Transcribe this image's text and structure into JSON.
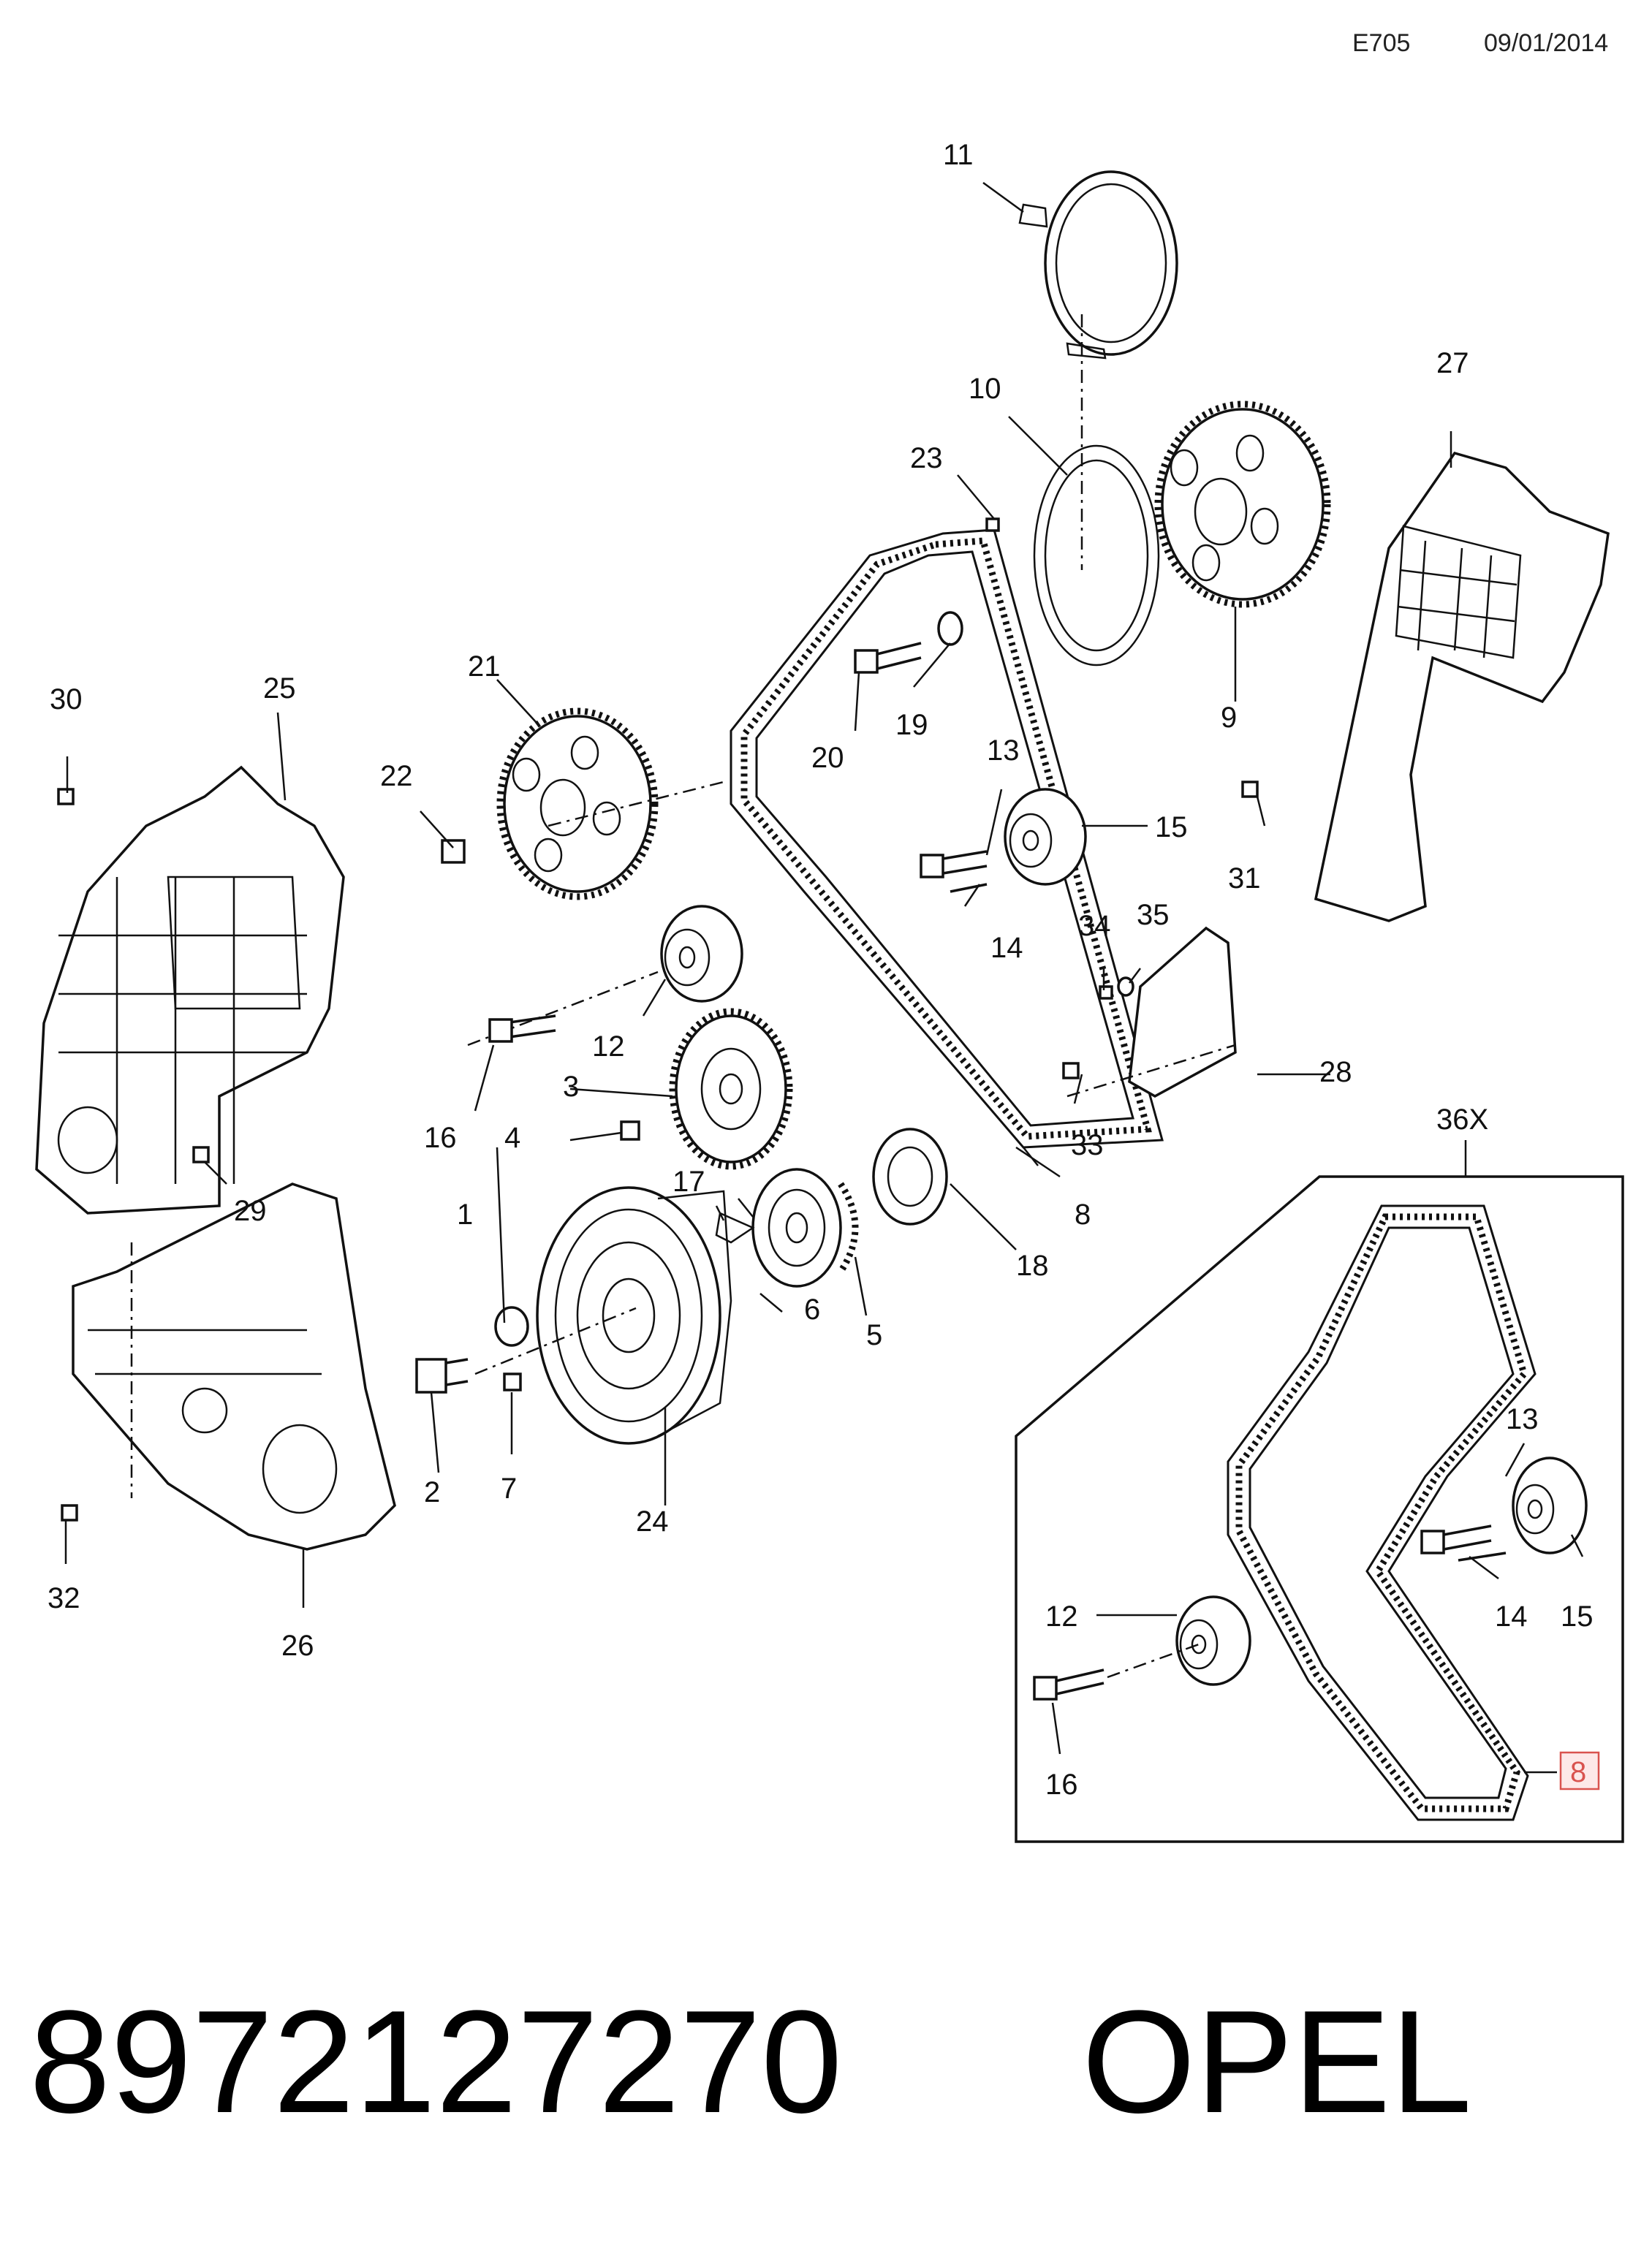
{
  "header": {
    "code": "E705",
    "date": "09/01/2014"
  },
  "part_number": "8972127270",
  "brand": "OPEL",
  "callouts": {
    "c1": "1",
    "c2": "2",
    "c3": "3",
    "c4": "4",
    "c5": "5",
    "c6": "6",
    "c7": "7",
    "c8": "8",
    "c9": "9",
    "c10": "10",
    "c11": "11",
    "c12": "12",
    "c13": "13",
    "c14": "14",
    "c15": "15",
    "c16": "16",
    "c17": "17",
    "c18": "18",
    "c19": "19",
    "c20": "20",
    "c21": "21",
    "c22": "22",
    "c23": "23",
    "c24": "24",
    "c25": "25",
    "c26": "26",
    "c27": "27",
    "c28": "28",
    "c29": "29",
    "c30": "30",
    "c31": "31",
    "c32": "32",
    "c33": "33",
    "c34": "34",
    "c35": "35"
  },
  "kit": {
    "label": "36X",
    "c12": "12",
    "c13": "13",
    "c14": "14",
    "c15": "15",
    "c16": "16",
    "c8_highlight": "8"
  },
  "colors": {
    "highlight": "#d9534f",
    "line": "#111111"
  }
}
